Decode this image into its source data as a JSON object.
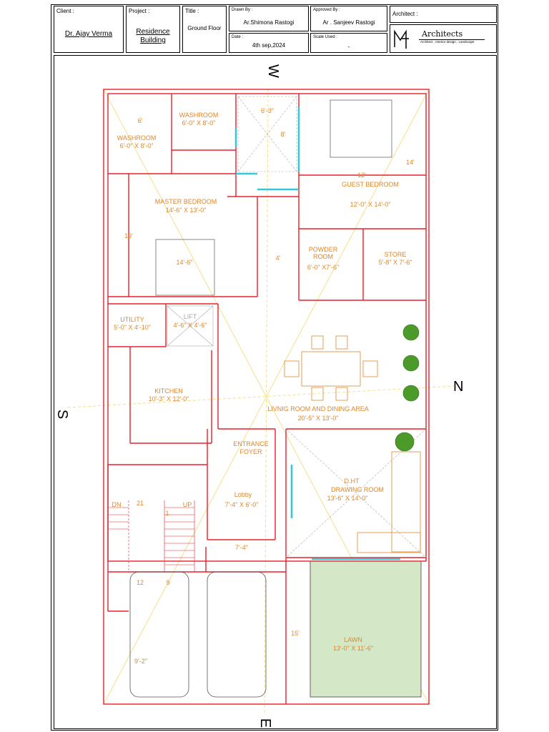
{
  "title_block": {
    "client_label": "Client :",
    "client_value": "Dr. Ajay Verma",
    "project_label": "Project :",
    "project_value_1": "Residence",
    "project_value_2": "Building",
    "title_label": "Title :",
    "title_value": "Ground Floor",
    "drawn_by_label": "Drawn By :",
    "drawn_by_value": "Ar.Shimona Rastogi",
    "approved_by_label": "Approved By :",
    "approved_by_value": "Ar . Sanjeev Rastogi",
    "date_label": "Date :",
    "date_value": "4th sep,2024",
    "scale_label": "Scale Used :",
    "scale_value": "-",
    "architect_label": "Architect :",
    "firm_name": "Architects",
    "firm_tagline": "Architect , Interior design , Landscape"
  },
  "compass": {
    "north": "N",
    "south": "S",
    "east": "E",
    "west": "W"
  },
  "rooms": {
    "washroom1_name": "WASHROOM",
    "washroom1_size": "6'-0\" X 8'-0\"",
    "washroom2_name": "WASHROOM",
    "washroom2_size": "6'-0\" X 8'-0\"",
    "master_name": "MASTER BEDROOM",
    "master_size": "14'-6\" X 13'-0\"",
    "guest_name": "GUEST BEDROOM",
    "guest_size": "12'-0\" X 14'-0\"",
    "powder_name_1": "POWDER",
    "powder_name_2": "ROOM",
    "powder_size": "6'-0\" X7'-6\"",
    "store_name": "STORE",
    "store_size": "5'-8\" X 7'-6\"",
    "utility_name": "UTILITY",
    "utility_size": "5'-0\" X 4'-10\"",
    "lift_name": "LIFT",
    "lift_size": "4'-6\" X 4'-6\"",
    "kitchen_name": "KITCHEN",
    "kitchen_size": "10'-3\" X 12'-0\"",
    "living_name": "LIVNIG ROOM AND DINING AREA",
    "living_size": "20'-5\" X 13'-0\"",
    "foyer_name_1": "ENTRANCE",
    "foyer_name_2": "FOYER",
    "lobby_name": "Lobby",
    "lobby_size": "7'-4\" X 6'-0\"",
    "drawing_name_1": "D.HT",
    "drawing_name_2": "DRAWING ROOM",
    "drawing_size": "13'-6\" X 14'-0\"",
    "lawn_name": "LAWN",
    "lawn_size": "13'-0\" X 11'-6\""
  },
  "dimensions": {
    "d_6ft": "6'",
    "d_6_3": "6'-3\"",
    "d_8ft": "8'",
    "d_12ft": "12'",
    "d_14ft": "14'",
    "d_13ft": "13'",
    "d_14_6": "14'-6\"",
    "d_4ft": "4'",
    "d_7_4": "7'-4\"",
    "d_15ft": "15'",
    "d_9_2": "9'-2\"",
    "d_12": "12",
    "d_9": "9",
    "stair_dn": "DN",
    "stair_21": "21",
    "stair_1": "1",
    "stair_up": "UP"
  },
  "colors": {
    "wall": "#e8202a",
    "label": "#e0862a",
    "guide": "#f5e08a",
    "lawn": "#d4e8c8",
    "window": "#35c8d8"
  }
}
